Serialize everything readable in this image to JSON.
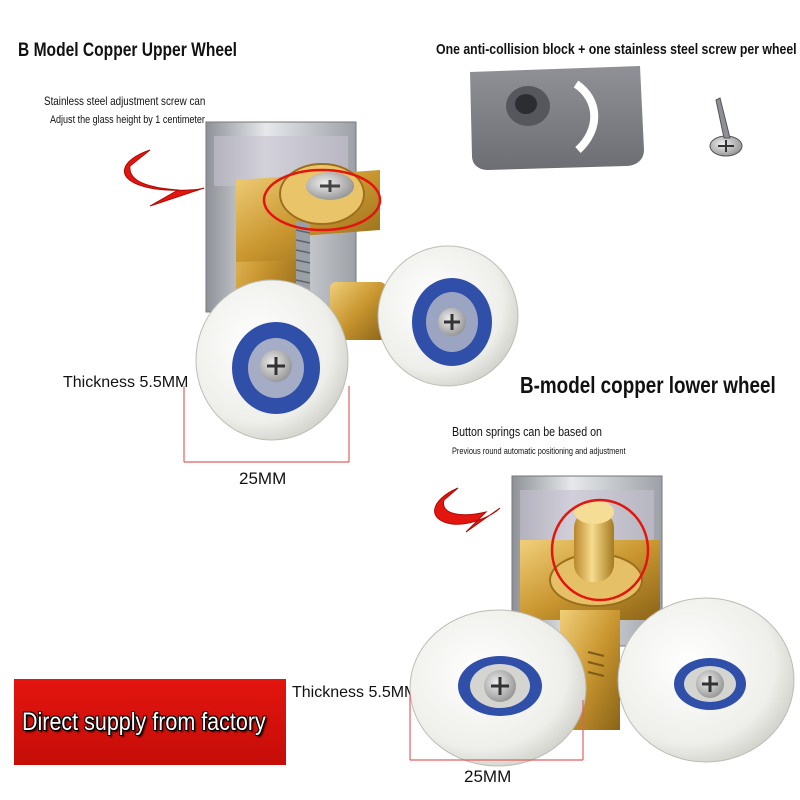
{
  "upper": {
    "title": "B Model Copper Upper Wheel",
    "note_line1": "Stainless steel adjustment screw can",
    "note_line2": "Adjust the glass height by 1 centimeter",
    "thickness": "Thickness 5.5MM",
    "width": "25MM"
  },
  "accessories": {
    "caption": "One anti-collision block + one stainless steel screw per wheel"
  },
  "lower": {
    "title": "B-model copper lower wheel",
    "note_line1": "Button springs can be based on",
    "note_line2": "Previous round automatic positioning and adjustment",
    "thickness": "Thickness 5.5MM",
    "width": "25MM"
  },
  "banner": {
    "text": "Direct supply from factory"
  },
  "colors": {
    "accent_red": "#e3150f",
    "brass": "#c9962f",
    "bearing_blue": "#2f4fa8",
    "chrome": "#b8bcc2",
    "block_gray": "#7d7f84"
  }
}
